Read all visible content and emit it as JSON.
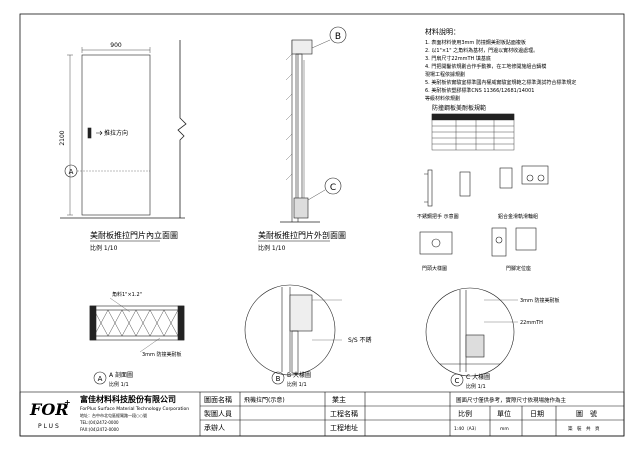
{
  "notes": {
    "heading": "材料說明：",
    "items": [
      "1. 表面材料使用3mm 防撞鋼美耐板貼面複板",
      "2. 以1\"×1\" 之角料為基材，門邊以實材收邊處理。",
      "3. 門扇尺寸22mmTH 填基底",
      "4. 門把開鑿依規劃合作手動推，在工地修開施組合鑄模",
      "   現場工程依據規劃",
      "5. 美耐板依實驗室標準國內權威實驗室規範之標準測試符合標準規定",
      "6. 美耐板依塑膠標準CNS 11366/12681/14001",
      "   等級材料依規劃"
    ]
  },
  "spec_table_title": "防撞鋼板美耐板規範",
  "drawings": {
    "elevation_title": "美耐板推拉門片內立面圖",
    "elevation_scale": "比例 1/10",
    "section_title": "美耐板推拉門片外剖面圖",
    "section_scale": "比例 1/10",
    "width_dim": "900",
    "height_dim": "2100",
    "opening_direction": "推拉方向",
    "marker_a": "A",
    "marker_b": "B",
    "marker_c": "C",
    "handle_caption": "不銹鋼把手  示意圖",
    "track_caption": "鋁合金滑軌滑輪組",
    "stopper_caption": "門頭大樣圖",
    "guide_caption": "門腳定位座",
    "detail_a_title": "A 剖面圖",
    "detail_a_scale": "比例 1/1",
    "detail_b_title": "B 大樣圖",
    "detail_b_scale": "比例 1/1",
    "detail_c_title": "C 大樣圖",
    "detail_c_scale": "比例 1/1",
    "frame_label": "角料1\"×1.2\"",
    "board_label": "3mm 防撞美耐板",
    "ss_label": "S/S 不銹",
    "board_label_c": "3mm 防撞美耐板",
    "thickness_label": "22mmTH"
  },
  "title_block": {
    "company_cn": "富佳材料科技股份有限公司",
    "company_en": "ForPlus Surface Material Technology Corporation",
    "address": "地址：台中市北屯區經貿路一段○○號",
    "tel": "TEL:(04)2472-0000",
    "fax": "FAX:(04)2472-0000",
    "logo_text": "FOR",
    "logo_sub": "PLUS",
    "drawing_name_label": "圖面名稱",
    "drawing_name_value": "飛機拉門(示意)",
    "drafter_label": "製圖人員",
    "contact_label": "承辦人",
    "owner_label": "業主",
    "project_name_label": "工程名稱",
    "project_site_label": "工程地址",
    "disclaimer": "圖面尺寸僅供參考，實際尺寸依現場施作為主",
    "scale_label": "比例",
    "unit_label": "單位",
    "date_label": "日期",
    "sheet_no_label": "圖　號",
    "scale_value": "1:40（A3）",
    "unit_value": "mm",
    "sheet_no_value": "築　裝　共　頁"
  }
}
